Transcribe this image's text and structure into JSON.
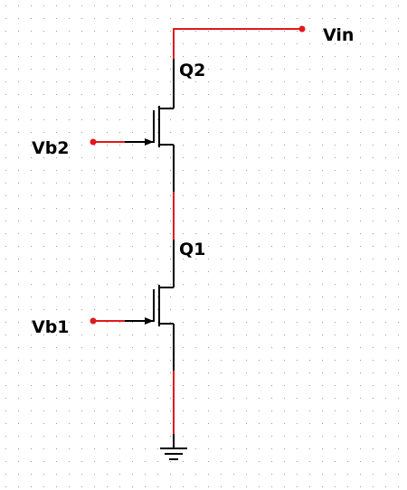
{
  "labels": {
    "vin": "Vin",
    "q2": "Q2",
    "vb2": "Vb2",
    "q1": "Q1",
    "vb1": "Vb1"
  },
  "colors": {
    "wire_red": "#e0191d",
    "wire_black": "#000000",
    "grid_dot": "#9a9a9a",
    "background": "#ffffff"
  },
  "icons": {
    "ground": "ground-icon",
    "pmos": "pmos-transistor-icon"
  }
}
